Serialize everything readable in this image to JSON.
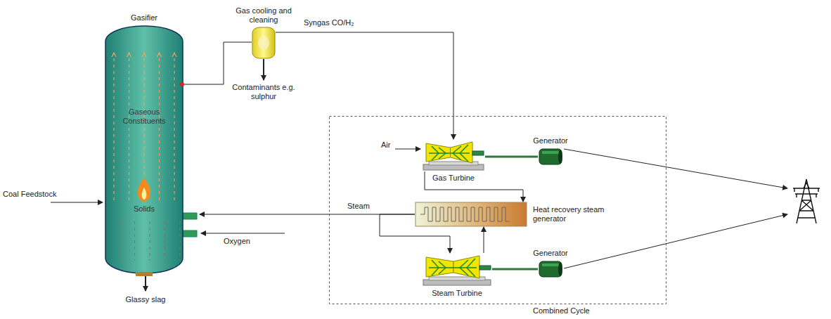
{
  "diagram": {
    "nodes": [
      {
        "text": [
          "Gasifier",
          "Gaseous Constituents",
          "Solids"
        ]
      },
      {
        "text": [
          "Gas cooling and cleaning"
        ]
      },
      {
        "text": [
          "Combined Cycle"
        ]
      },
      {
        "text": [
          "Gas Turbine"
        ],
        "in": 2
      },
      {
        "text": [
          "Generator"
        ],
        "in": 2
      },
      {
        "text": [
          "Heat recovery steam generator"
        ],
        "in": 2
      },
      {
        "text": [
          "Steam Turbine"
        ],
        "in": 2
      },
      {
        "text": [
          "Generator"
        ],
        "in": 2
      }
    ],
    "edges": [
      {
        "from": 0,
        "to": 1,
        "arrow": "none"
      },
      {
        "from": 1,
        "to": 3,
        "label": "Syngas CO/H₂",
        "arrow": "to"
      },
      {
        "from": 3,
        "to": 5,
        "arrow": "to"
      },
      {
        "from": 5,
        "to": 0,
        "label": "Steam",
        "arrow": "to"
      },
      {
        "from": 5,
        "to": 6,
        "arrow": "to"
      },
      {
        "from": 6,
        "to": 5,
        "arrow": "to"
      },
      {
        "from": 3,
        "to": 4,
        "arrow": "none"
      },
      {
        "from": 6,
        "to": 7,
        "arrow": "none"
      }
    ],
    "labels": [
      "Contaminants e.g. sulphur",
      "Coal Feedstock",
      "Oxygen",
      "Glassy slag",
      "Air"
    ]
  }
}
